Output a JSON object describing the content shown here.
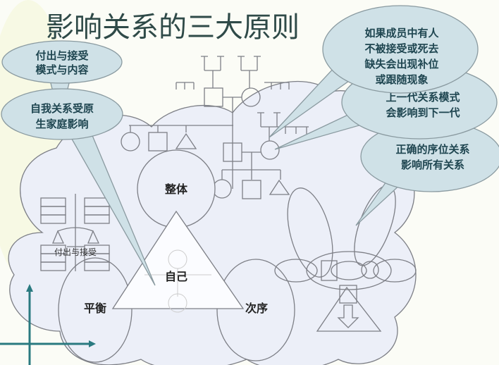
{
  "title": "影响关系的三大原则",
  "bubbles": {
    "give_receive": [
      "付出与接受",
      "模式与内容"
    ],
    "self_origin": [
      "自我关系受原",
      "生家庭影响"
    ],
    "missing_member": [
      "如果成员中有人",
      "不被接受或死去",
      "缺失会出现补位",
      "或跟随现象"
    ],
    "generation": [
      "上一代关系模式",
      "会影响到下一代"
    ],
    "order": [
      "正确的序位关系",
      "影响所有关系"
    ]
  },
  "labels": {
    "whole": "整体",
    "self": "自己",
    "balance": "平衡",
    "order": "次序",
    "scale": "付出与接受"
  },
  "colors": {
    "bubble": "#cfe1e7",
    "cloud": "#eceff8",
    "title": "#2f4a48",
    "axis": "#2a7a80"
  }
}
